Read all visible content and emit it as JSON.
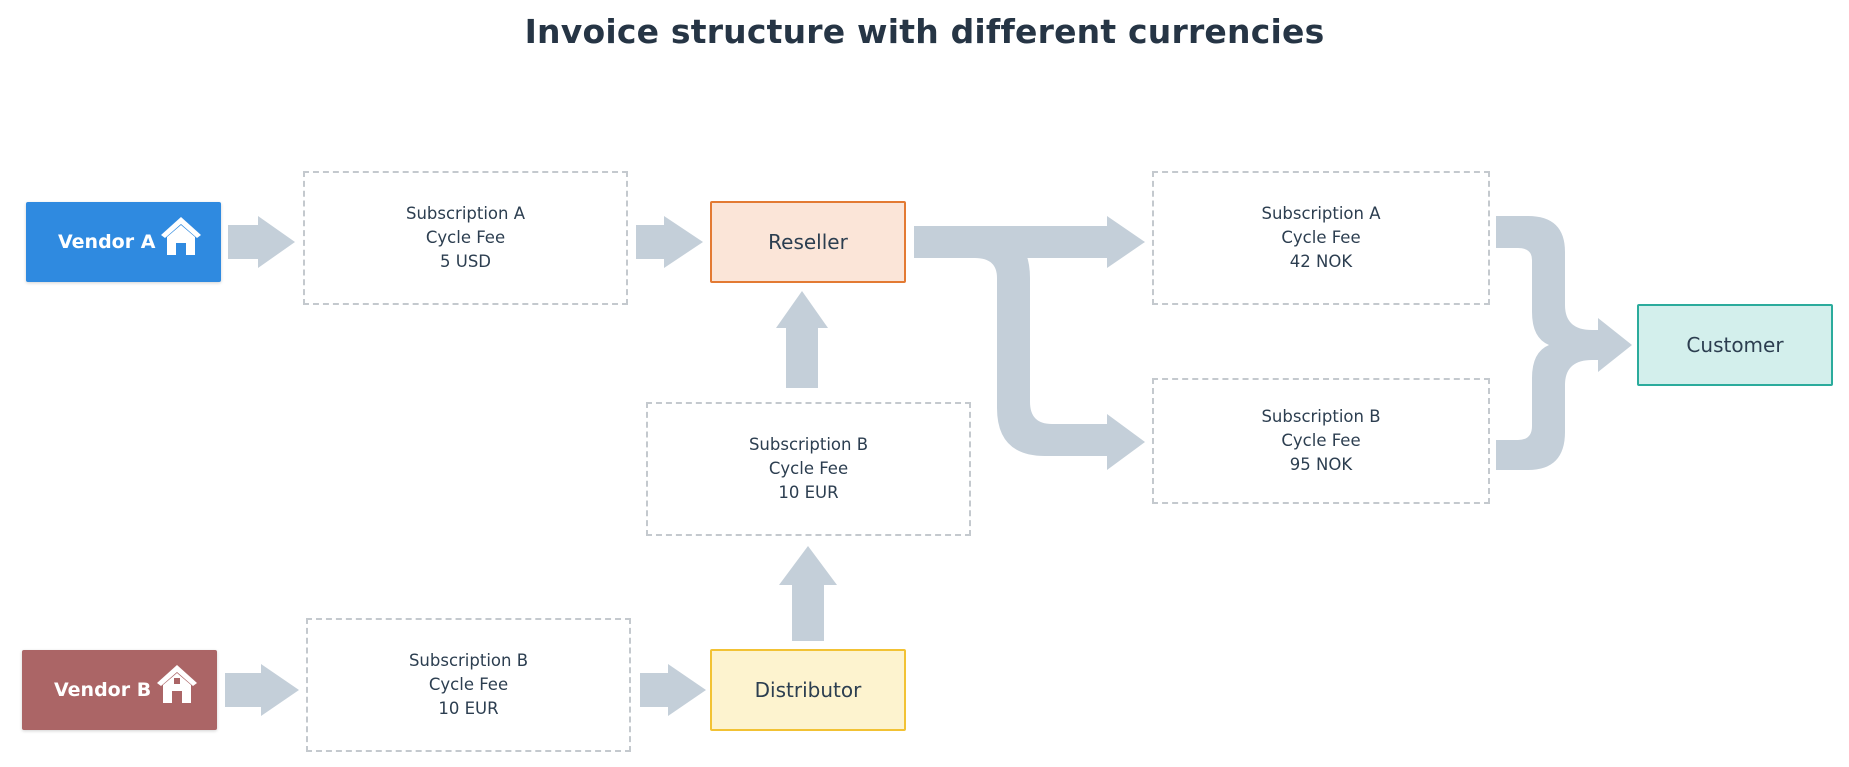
{
  "diagram": {
    "title": "Invoice structure with different currencies",
    "colors": {
      "arrow": "#c4cfd9",
      "vendor_a": "#2f8ae0",
      "vendor_b": "#ab6566",
      "reseller_fill": "#fbe5d8",
      "reseller_border": "#e37a33",
      "distributor_fill": "#fdf3cf",
      "distributor_border": "#f2c234",
      "customer_fill": "#d3efec",
      "customer_border": "#2bab9c",
      "dashed_border": "#c4c9ce"
    },
    "nodes": {
      "vendor_a": {
        "label": "Vendor A",
        "icon": "house-icon"
      },
      "vendor_b": {
        "label": "Vendor B",
        "icon": "house-icon"
      },
      "reseller": {
        "label": "Reseller"
      },
      "distributor": {
        "label": "Distributor"
      },
      "customer": {
        "label": "Customer"
      },
      "sub_a_vendor": {
        "name": "Subscription A",
        "fee_label": "Cycle Fee",
        "amount": "5 USD"
      },
      "sub_b_vendor": {
        "name": "Subscription B",
        "fee_label": "Cycle Fee",
        "amount": "10 EUR"
      },
      "sub_b_mid": {
        "name": "Subscription B",
        "fee_label": "Cycle Fee",
        "amount": "10 EUR"
      },
      "sub_a_customer": {
        "name": "Subscription A",
        "fee_label": "Cycle Fee",
        "amount": "42 NOK"
      },
      "sub_b_customer": {
        "name": "Subscription B",
        "fee_label": "Cycle Fee",
        "amount": "95 NOK"
      }
    }
  }
}
